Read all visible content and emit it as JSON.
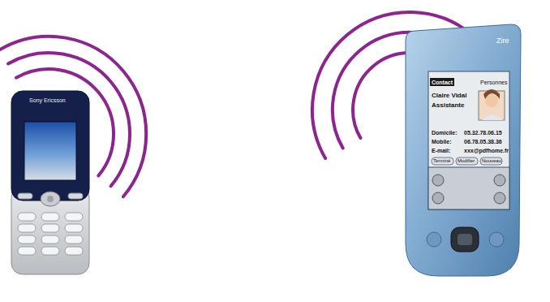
{
  "diagram": {
    "labels": [
      "Sony Ericsson",
      "Zire",
      "Contact",
      "Personnes",
      "Claire Vidal",
      "Assistante",
      "Domicile:",
      "05.32.78.06.15",
      "Mobile:",
      "06.78.05.38.36",
      "E-mail:",
      "xxx@pdfhome.fr",
      "Terminé",
      "Modifier",
      "Nouveau"
    ]
  }
}
